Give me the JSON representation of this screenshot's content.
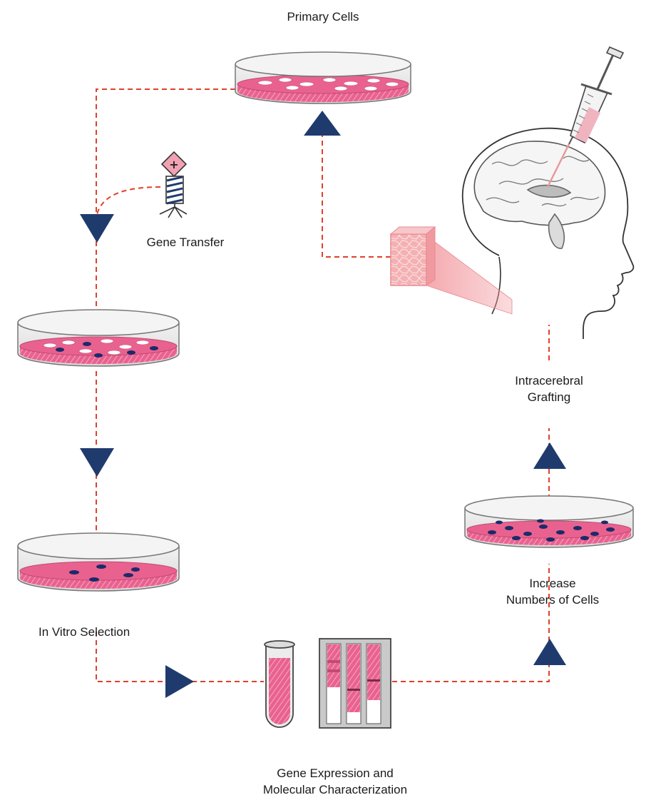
{
  "labels": {
    "primary_cells": "Primary Cells",
    "gene_transfer": "Gene Transfer",
    "in_vitro_selection": "In Vitro Selection",
    "gene_expression_line1": "Gene Expression and",
    "gene_expression_line2": "Molecular Characterization",
    "increase_line1": "Increase",
    "increase_line2": "Numbers of Cells",
    "grafting_line1": "Intracerebral",
    "grafting_line2": "Grafting"
  },
  "colors": {
    "flow_line": "#e0402a",
    "arrow": "#1f3b6e",
    "medium": "#e5578a",
    "medium_light": "#f3a3bf",
    "dish_glass": "#e6e6e6",
    "cell_dark": "#1d2a6a",
    "tissue": "#f2a3a6"
  }
}
